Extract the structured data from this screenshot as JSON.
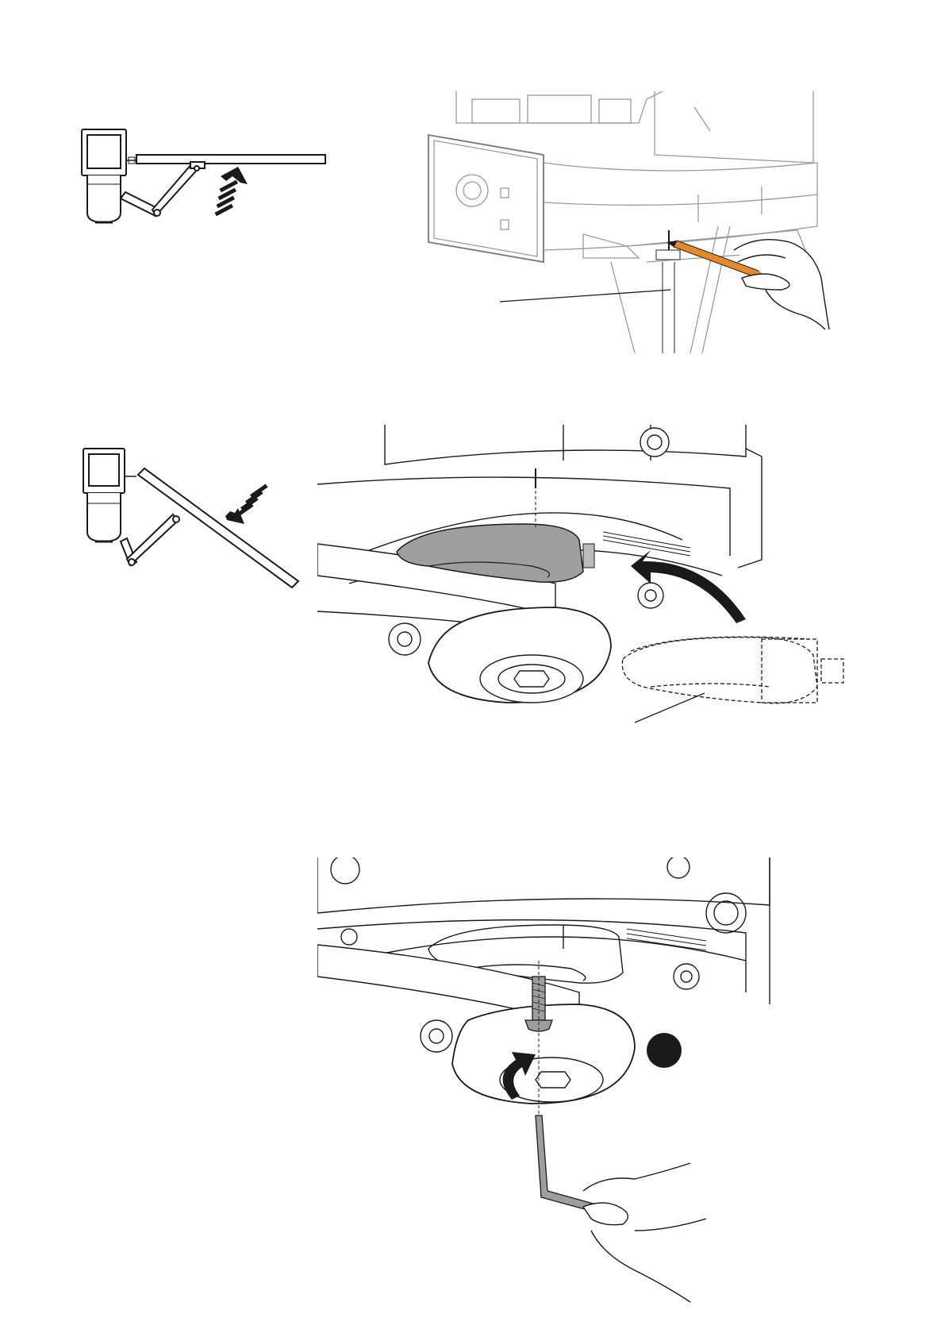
{
  "page": {
    "background": "#ffffff",
    "line_color": "#1a1a1a",
    "ghost_line_color": "#9a9a9a",
    "highlight_fill": "#9e9e9e",
    "pencil_color": "#e58a2a",
    "pencil_tip_color": "#e04a5a"
  },
  "figures": [
    {
      "name": "figure-1-gate-closed-schematic",
      "description_icons": [
        "motor-housing-icon",
        "gate-leaf-icon",
        "articulated-arm-icon",
        "push-arrow-icon"
      ]
    },
    {
      "name": "figure-2-mark-position",
      "description_icons": [
        "operator-body-icon",
        "arm-icon",
        "pencil-icon",
        "hand-icon",
        "leader-line-icon"
      ]
    },
    {
      "name": "figure-3-gate-open-schematic",
      "description_icons": [
        "motor-housing-icon",
        "gate-leaf-icon",
        "articulated-arm-icon",
        "push-arrow-icon"
      ]
    },
    {
      "name": "figure-4-place-stop",
      "description_icons": [
        "operator-base-icon",
        "stop-block-icon",
        "rotate-arrow-icon",
        "dashed-stop-icon",
        "leader-line-icon"
      ]
    },
    {
      "name": "figure-5-fix-stop",
      "description_icons": [
        "operator-base-icon",
        "screw-icon",
        "rotate-arrow-icon",
        "allen-key-icon",
        "hand-icon",
        "callout-dot-icon"
      ]
    }
  ]
}
